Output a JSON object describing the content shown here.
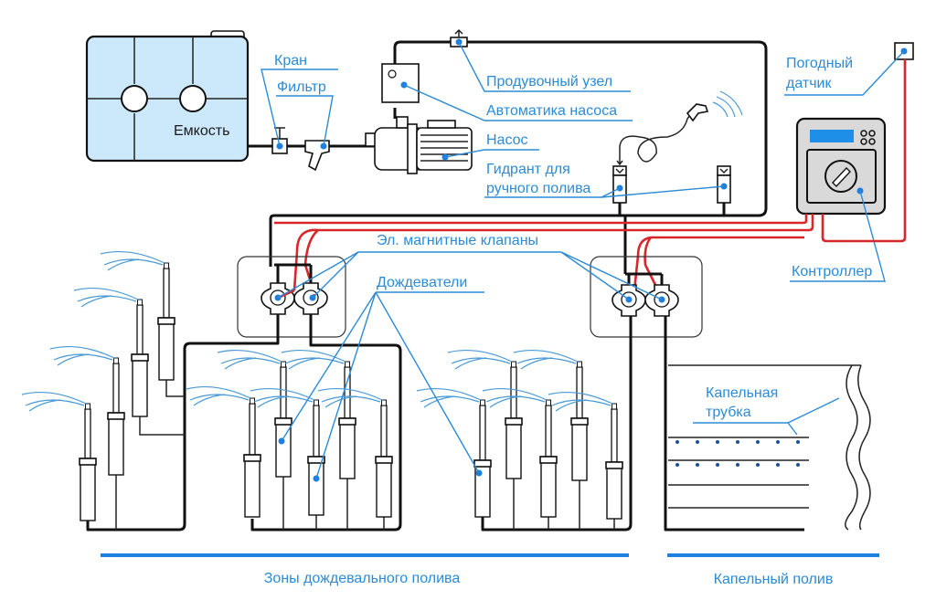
{
  "diagram": {
    "title": "Irrigation system scheme",
    "colors": {
      "label": "#2b8bd6",
      "pointer_dot": "#1e7fe0",
      "wire": "#d8262b",
      "pipe": "#111111",
      "tank_fill": "#cce8fb",
      "controller_body": "#d9d9d9",
      "controller_screen": "#1e8fe8",
      "zone_bar": "#1e7fe0"
    },
    "labels": {
      "tank": "Емкость",
      "valve": "Кран",
      "filter": "Фильтр",
      "purge_unit": "Продувочный узел",
      "pump_automation": "Автоматика насоса",
      "pump": "Насос",
      "hydrant_line1": "Гидрант для",
      "hydrant_line2": "ручного полива",
      "weather_line1": "Погодный",
      "weather_line2": "датчик",
      "controller": "Контроллер",
      "solenoid_valves": "Эл. магнитные клапаны",
      "sprinklers": "Дождеватели",
      "drip_tube_line1": "Капельная",
      "drip_tube_line2": "трубка"
    },
    "zones": [
      {
        "label": "Зоны дождевального полива"
      },
      {
        "label": "Капельный полив"
      }
    ],
    "icons": {
      "tank": "water-tank-icon",
      "valve": "ball-valve-icon",
      "filter": "y-filter-icon",
      "pump": "pump-icon",
      "controller": "controller-icon",
      "sensor": "weather-sensor-icon",
      "solenoid": "solenoid-valve-icon",
      "sprinkler": "sprinkler-icon",
      "hydrant": "hydrant-icon",
      "spray_gun": "spray-gun-icon"
    }
  }
}
